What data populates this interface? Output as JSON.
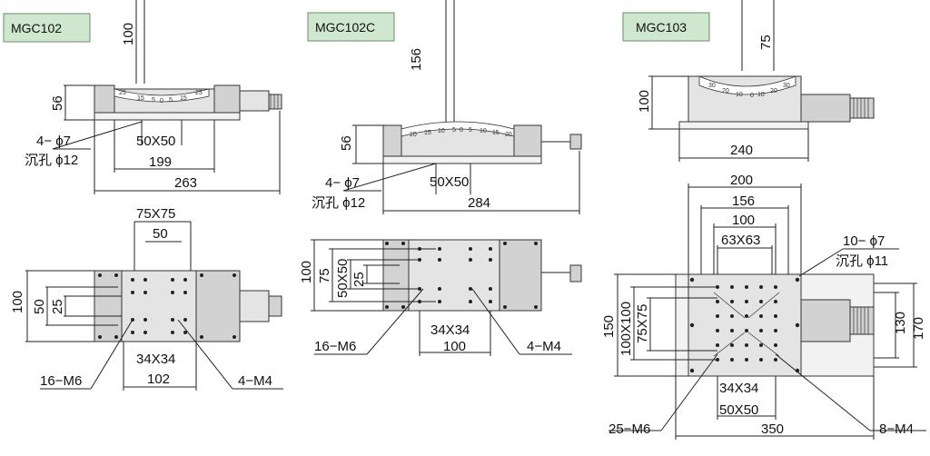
{
  "models": {
    "m1": "MGC102",
    "m2": "MGC102C",
    "m3": "MGC103"
  },
  "mgc102": {
    "side": {
      "height_above": "100",
      "height": "56",
      "holes": "4− ϕ7",
      "counterbore": "沉孔 ϕ12",
      "pattern": "50X50",
      "inner_width": "199",
      "total_width": "263"
    },
    "top": {
      "pattern1": "75X75",
      "pattern2": "50",
      "height": "100",
      "h1": "50",
      "h2": "25",
      "pattern3": "34X34",
      "width": "102",
      "tap1": "16−M6",
      "tap2": "4−M4"
    },
    "scale": [
      "25",
      "15",
      "5",
      "0",
      "5",
      "15",
      "25"
    ]
  },
  "mgc102c": {
    "side": {
      "height_above": "156",
      "height": "56",
      "holes": "4− ϕ7",
      "counterbore": "沉孔 ϕ12",
      "pattern": "50X50",
      "total_width": "284"
    },
    "top": {
      "h1": "100",
      "h2": "75",
      "h3": "50X50",
      "h4": "25",
      "pattern3": "34X34",
      "width": "100",
      "tap1": "16−M6",
      "tap2": "4−M4"
    },
    "scale": [
      "20",
      "15",
      "10",
      "5",
      "0",
      "5",
      "10",
      "15",
      "20"
    ]
  },
  "mgc103": {
    "side": {
      "height_above": "75",
      "height": "100",
      "width": "240"
    },
    "top": {
      "w1": "200",
      "w2": "156",
      "w3": "100",
      "pattern1": "63X63",
      "holes": "10− ϕ7",
      "counterbore": "沉孔 ϕ11",
      "h1": "150",
      "h2": "100X100",
      "h3": "75X75",
      "h4": "130",
      "h5": "170",
      "pattern2": "34X34",
      "pattern3": "50X50",
      "width": "350",
      "tap1": "25−M6",
      "tap2": "8−M4"
    },
    "scale": [
      "30",
      "20",
      "10",
      "0",
      "10",
      "20",
      "30"
    ]
  }
}
